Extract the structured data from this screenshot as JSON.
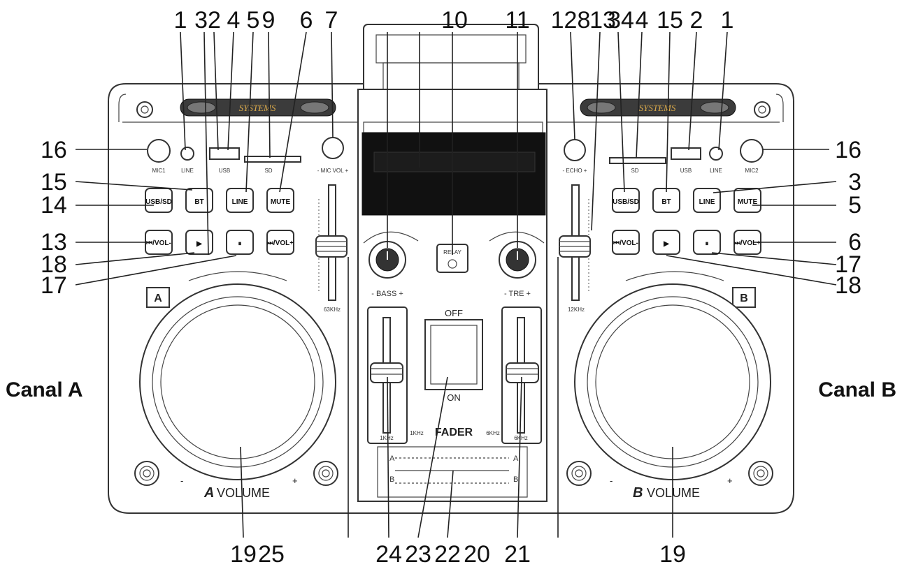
{
  "callouts_top_left": [
    "1",
    "32",
    "4",
    "5",
    "9",
    "6",
    "7"
  ],
  "callouts_top_mid": [
    "10",
    "11"
  ],
  "callouts_top_right": [
    "128",
    "13",
    "34",
    "4",
    "15",
    "2",
    "1"
  ],
  "callouts_left": [
    "16",
    "15",
    "14",
    "13",
    "18",
    "17"
  ],
  "callouts_right": [
    "16",
    "3",
    "5",
    "6",
    "17",
    "18"
  ],
  "callouts_bottom": [
    "19",
    "25",
    "24",
    "23",
    "22",
    "20",
    "21",
    "19"
  ],
  "side_labels": {
    "left": "Canal A",
    "right": "Canal B"
  },
  "panel_left": {
    "mic": "MIC1",
    "line": "LINE",
    "usb": "USB",
    "sd": "SD",
    "mic_vol": "- MIC VOL +",
    "buttons": [
      "USB/SD",
      "BT",
      "LINE",
      "MUTE"
    ],
    "transport": [
      "⏮/VOL-",
      "▶",
      "⏸",
      "⏭/VOL+"
    ],
    "deck_letter": "A",
    "freq": "63KHz",
    "volume_letter": "A",
    "volume_label": "VOLUME",
    "minus": "-",
    "plus": "+"
  },
  "panel_right": {
    "mic": "MIC2",
    "line": "LINE",
    "usb": "USB",
    "sd": "SD",
    "echo": "- ECHO +",
    "buttons": [
      "USB/SD",
      "BT",
      "LINE",
      "MUTE"
    ],
    "transport": [
      "⏮/VOL-",
      "▶",
      "⏸",
      "⏭/VOL+"
    ],
    "deck_letter": "B",
    "freq": "12KHz",
    "volume_letter": "B",
    "volume_label": "VOLUME",
    "minus": "-",
    "plus": "+"
  },
  "center": {
    "bass": "- BASS +",
    "tre": "- TRE +",
    "relay": "RELAY",
    "off": "OFF",
    "on": "ON",
    "fader": "FADER",
    "f1": "1KHz",
    "f2": "1KHz",
    "f3": "6KHz",
    "f4": "6KHz",
    "xfade_a": "A",
    "xfade_b": "B"
  },
  "brand": "SYSTEMS"
}
